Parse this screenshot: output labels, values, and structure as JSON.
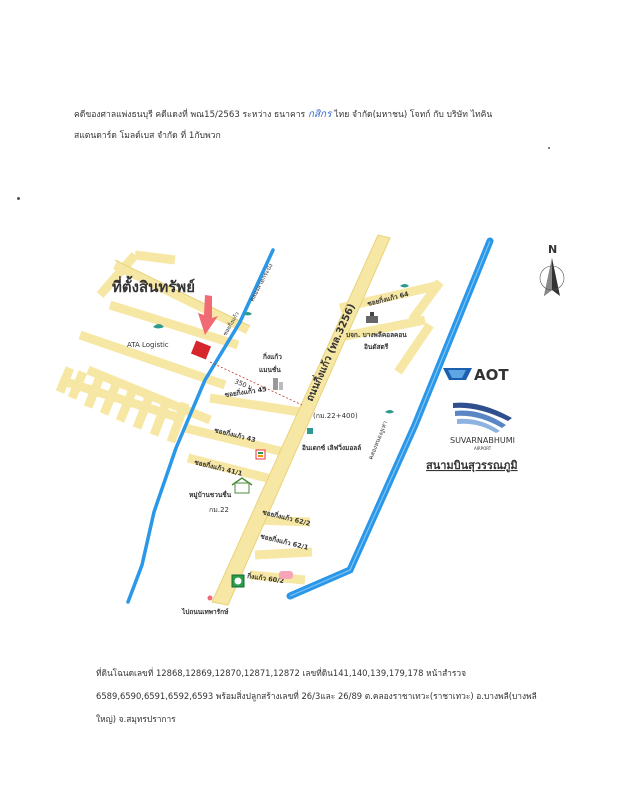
{
  "header": {
    "line1_pre": "คดีของศาลแพ่งธนบุรี คดีแดงที่ พณ15/2563 ระหว่าง ธนาคาร",
    "line1_bank": "กสิกร",
    "line1_post": "ไทย จำกัด(มหาชน) โจทก์ กับ บริษัท ไทคิน",
    "line2": "สแตนดาร์ด โมลด์เบส จำกัด ที่ 1กับพวก"
  },
  "map": {
    "property_label": "ที่ตั้งสินทรัพย์",
    "north_label": "N",
    "ata_logistic": "ATA Logistic",
    "main_road_label": "ถนนกิ่งแก้ว (ทล.3256)",
    "canal_label": "คลองลาดกระบัง",
    "right_canal_label": "คลองหนองงูเห่า",
    "distance_label": "350 ม.",
    "km_marker": "(กม.22+400)",
    "km22": "กม.22",
    "kingkaew_mansion": "กิ่งแก้ว\nแมนชั่น",
    "company_label": "บจก. บางพลีคอลคอน\nอินดัสตรี",
    "index_label": "อินเดกซ์ เลิฟวิ่งมอลล์",
    "village_label": "หมู่บ้านชวนชื่น",
    "to_thepharak": "ไปถนนเทพารักษ์",
    "aot_label": "AOT",
    "suvarnabhumi_en": "SUVARNABHUMI",
    "suvarnabhumi_sub": "AIRPORT",
    "suvarnabhumi_th": "สนามบินสุวรรณภูมิ",
    "soi_labels": {
      "soi45": "ซอยกิ่งแก้ว 45",
      "soi43": "ซอยกิ่งแก้ว 43",
      "soi41_1": "ซอยกิ่งแก้ว 41/1",
      "soi64": "ซอยกิ่งแก้ว 64",
      "soi62_2": "ซอยกิ่งแก้ว 62/2",
      "soi62_1": "ซอยกิ่งแก้ว 62/1",
      "soi60_2": "กิ่งแก้ว 60/2",
      "soi_top": "ซอยกิ่งแก้ว"
    },
    "colors": {
      "road": "#f7e7a4",
      "road_edge": "#e9d37a",
      "canal": "#2a97e8",
      "property": "#d6252b",
      "arrow": "#f06b74",
      "aot_blue": "#1c5fae"
    }
  },
  "footer": {
    "line1": "ที่ดินโฉนดเลขที่ 12868,12869,12870,12871,12872 เลขที่ดิน141,140,139,179,178 หน้าสำรวจ",
    "line2": "6589,6590,6591,6592,6593 พร้อมสิ่งปลูกสร้างเลขที่ 26/3และ 26/89 ต.คลองราชาเทวะ(ราชาเทวะ) อ.บางพลี(บางพลี",
    "line3": "ใหญ่) จ.สมุทรปราการ"
  }
}
